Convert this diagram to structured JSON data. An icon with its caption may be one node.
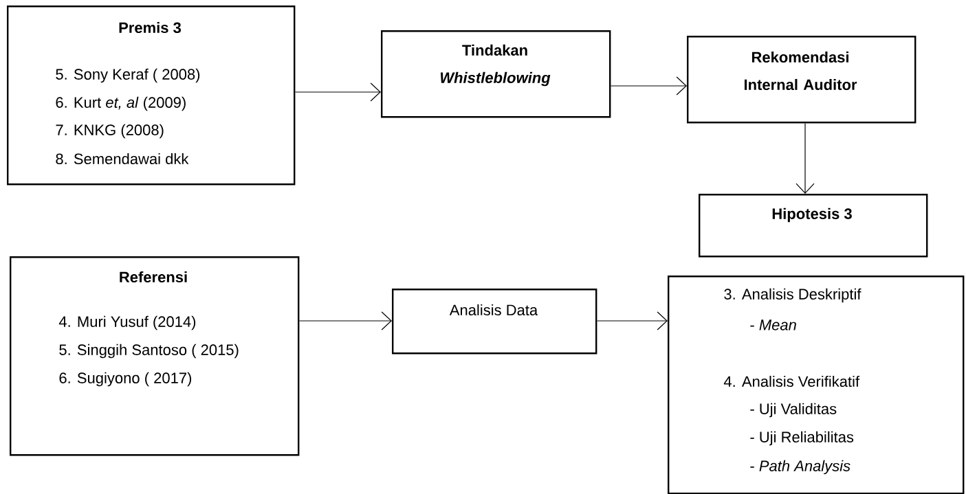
{
  "diagram": {
    "nodes": [
      {
        "text": [
          "Premis 3",
          "5. Sony Keraf ( 2008)",
          "6. Kurt *et, al* (2009)",
          "7. KNKG (2008)",
          "8. Semendawai dkk"
        ]
      },
      {
        "text": [
          "Tindakan *Whistleblowing*"
        ]
      },
      {
        "text": [
          "Rekomendasi Internal Auditor"
        ]
      },
      {
        "text": [
          "Hipotesis 3"
        ]
      },
      {
        "text": [
          "Referensi",
          "4. Muri Yusuf (2014)",
          "5. Singgih Santoso ( 2015)",
          "6. Sugiyono ( 2017)"
        ]
      },
      {
        "text": [
          "Analisis Data"
        ]
      },
      {
        "text": [
          "3. Analisis Deskriptif",
          "- *Mean*",
          "4. Analisis Verifikatif",
          "- Uji Validitas",
          "- Uji Reliabilitas",
          "- *Path Analysis*"
        ]
      }
    ],
    "edges": [
      {
        "from": 0,
        "to": 1,
        "arrow": "to"
      },
      {
        "from": 1,
        "to": 2,
        "arrow": "to"
      },
      {
        "from": 2,
        "to": 3,
        "arrow": "to"
      },
      {
        "from": 4,
        "to": 5,
        "arrow": "to"
      },
      {
        "from": 5,
        "to": 6,
        "arrow": "to"
      }
    ]
  }
}
